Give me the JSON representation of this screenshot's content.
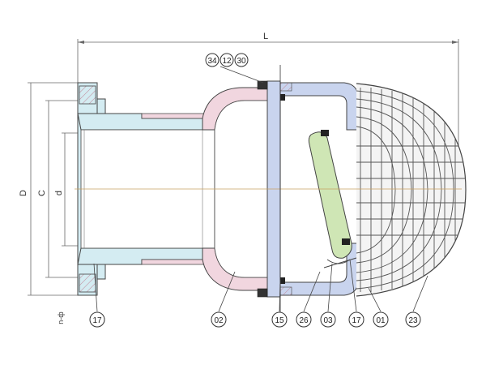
{
  "dimensions": {
    "overall_length": "L",
    "outer_diameter": "D",
    "bolt_circle": "C",
    "bore": "d",
    "bolt_holes": "n-ф"
  },
  "part_labels": {
    "top_callout": [
      "34",
      "12",
      "30"
    ],
    "bottom_callouts": [
      "17",
      "02",
      "15",
      "26",
      "03",
      "17",
      "01",
      "23"
    ]
  },
  "colors": {
    "pink_body": "#f1d6df",
    "blue_part": "#c9d4ee",
    "cyan_pipe": "#d4ecf2",
    "green_disc": "#cfe6b5",
    "centerline": "#c8a060",
    "outline": "#444444"
  }
}
